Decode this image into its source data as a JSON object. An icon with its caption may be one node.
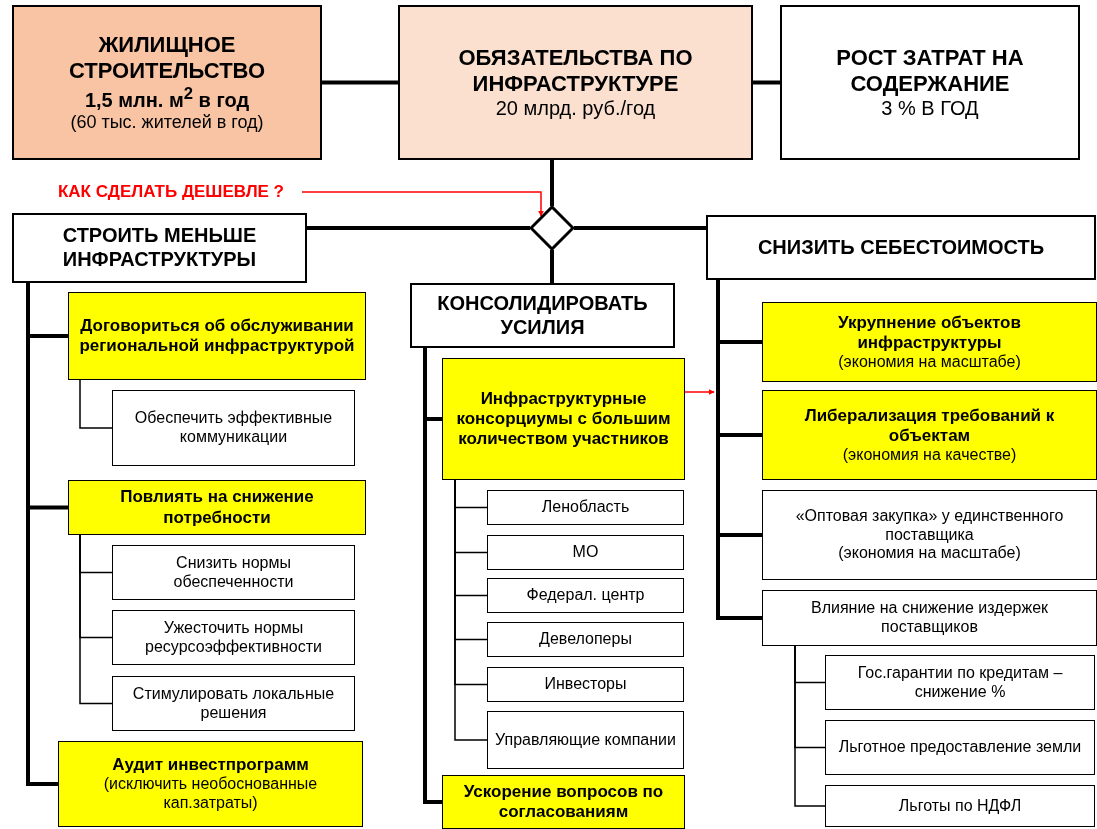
{
  "diagram": {
    "nodes": [
      {
        "text": [
          "ЖИЛИЩНОЕ СТРОИТЕЛЬСТВО",
          "1,5 млн. м$^{2}$ в год",
          "(60 тыс. жителей в год)"
        ]
      },
      {
        "text": [
          "ОБЯЗАТЕЛЬСТВА ПО ИНФРАСТРУКТУРЕ",
          "20 млрд. руб./год"
        ]
      },
      {
        "text": [
          "РОСТ ЗАТРАТ НА СОДЕРЖАНИЕ",
          "3 % В ГОД"
        ]
      },
      {
        "text": [],
        "shape": "diamond"
      },
      {
        "text": [
          "СТРОИТЬ МЕНЬШЕ ИНФРАСТРУКТУРЫ"
        ]
      },
      {
        "text": [
          "КОНСОЛИДИРОВАТЬ УСИЛИЯ"
        ]
      },
      {
        "text": [
          "СНИЗИТЬ СЕБЕСТОИМОСТЬ"
        ]
      },
      {
        "text": [
          "Договориться об обслуживании региональной инфраструктурой"
        ]
      },
      {
        "text": [
          "Обеспечить эффективные коммуникации"
        ]
      },
      {
        "text": [
          "Повлиять на снижение потребности"
        ]
      },
      {
        "text": [
          "Снизить нормы обеспеченности"
        ]
      },
      {
        "text": [
          "Ужесточить нормы ресурсоэффективности"
        ]
      },
      {
        "text": [
          "Стимулировать локальные решения"
        ]
      },
      {
        "text": [
          "Аудит инвестпрограмм",
          "(исключить необоснованные кап.затраты)"
        ]
      },
      {
        "text": [
          "Инфраструктурные консорциумы с большим количеством участников"
        ]
      },
      {
        "text": [
          "Ленобласть"
        ]
      },
      {
        "text": [
          "МО"
        ]
      },
      {
        "text": [
          "Федерал. центр"
        ]
      },
      {
        "text": [
          "Девелоперы"
        ]
      },
      {
        "text": [
          "Инвесторы"
        ]
      },
      {
        "text": [
          "Управляющие компании"
        ]
      },
      {
        "text": [
          "Ускорение вопросов по согласованиям"
        ]
      },
      {
        "text": [
          "Укрупнение объектов инфраструктуры",
          "(экономия на масштабе)"
        ]
      },
      {
        "text": [
          "Либерализация требований к объектам",
          "(экономия на качестве)"
        ]
      },
      {
        "text": [
          "«Оптовая закупка» у единственного поставщика",
          "(экономия на масштабе)"
        ]
      },
      {
        "text": [
          "Влияние на снижение издержек поставщиков"
        ]
      },
      {
        "text": [
          "Гос.гарантии по кредитам – снижение %"
        ]
      },
      {
        "text": [
          "Льготное предоставление земли"
        ]
      },
      {
        "text": [
          "Льготы по НДФЛ"
        ]
      },
      {
        "text": [
          "КАК СДЕЛАТЬ ДЕШЕВЛЕ ?"
        ]
      }
    ],
    "edges": [
      {
        "from": 0,
        "to": 1,
        "arrow": "none",
        "style": "thick"
      },
      {
        "from": 1,
        "to": 2,
        "arrow": "none",
        "style": "thick"
      },
      {
        "from": 1,
        "to": 3,
        "arrow": "none",
        "style": "thick"
      },
      {
        "from": 29,
        "to": 3,
        "arrow": "to",
        "color": "#ff0000"
      },
      {
        "from": 3,
        "to": 4,
        "arrow": "none",
        "style": "thick"
      },
      {
        "from": 3,
        "to": 5,
        "arrow": "none",
        "style": "thick"
      },
      {
        "from": 3,
        "to": 6,
        "arrow": "none",
        "style": "thick"
      },
      {
        "from": 4,
        "to": 7,
        "arrow": "none",
        "style": "thick"
      },
      {
        "from": 7,
        "to": 8,
        "arrow": "none"
      },
      {
        "from": 4,
        "to": 9,
        "arrow": "none",
        "style": "thick"
      },
      {
        "from": 9,
        "to": 10,
        "arrow": "none"
      },
      {
        "from": 9,
        "to": 11,
        "arrow": "none"
      },
      {
        "from": 9,
        "to": 12,
        "arrow": "none"
      },
      {
        "from": 4,
        "to": 13,
        "arrow": "none",
        "style": "thick"
      },
      {
        "from": 5,
        "to": 14,
        "arrow": "none",
        "style": "thick"
      },
      {
        "from": 14,
        "to": 15,
        "arrow": "none"
      },
      {
        "from": 14,
        "to": 16,
        "arrow": "none"
      },
      {
        "from": 14,
        "to": 17,
        "arrow": "none"
      },
      {
        "from": 14,
        "to": 18,
        "arrow": "none"
      },
      {
        "from": 14,
        "to": 19,
        "arrow": "none"
      },
      {
        "from": 14,
        "to": 20,
        "arrow": "none"
      },
      {
        "from": 5,
        "to": 21,
        "arrow": "none",
        "style": "thick"
      },
      {
        "from": 14,
        "to": null,
        "arrow": "to",
        "color": "#ff0000"
      },
      {
        "from": 6,
        "to": 22,
        "arrow": "none",
        "style": "thick"
      },
      {
        "from": 6,
        "to": 23,
        "arrow": "none",
        "style": "thick"
      },
      {
        "from": 6,
        "to": 24,
        "arrow": "none",
        "style": "thick"
      },
      {
        "from": 6,
        "to": 25,
        "arrow": "none",
        "style": "thick"
      },
      {
        "from": 25,
        "to": 26,
        "arrow": "none"
      },
      {
        "from": 25,
        "to": 27,
        "arrow": "none"
      },
      {
        "from": 25,
        "to": 28,
        "arrow": "none"
      }
    ]
  }
}
